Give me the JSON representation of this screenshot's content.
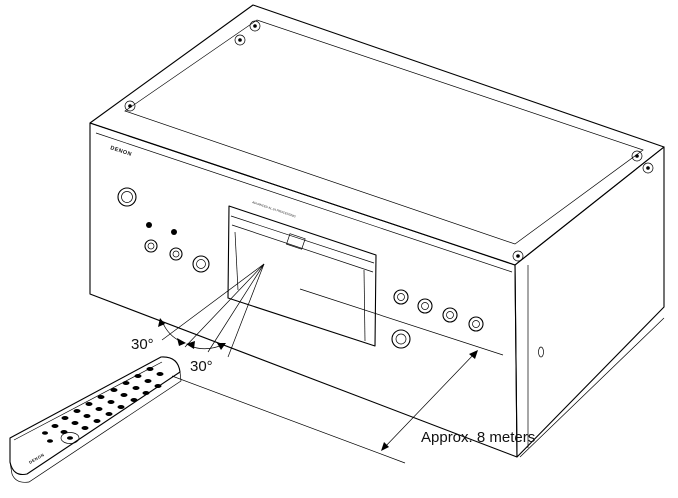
{
  "device": {
    "brand": "DENON",
    "emblem_text": "ADVANCED AL 24 PROCESSING"
  },
  "remote": {
    "brand": "DENON"
  },
  "angles": {
    "left_label": "30°",
    "right_label": "30°"
  },
  "distance": {
    "label": "Approx. 8 meters"
  }
}
